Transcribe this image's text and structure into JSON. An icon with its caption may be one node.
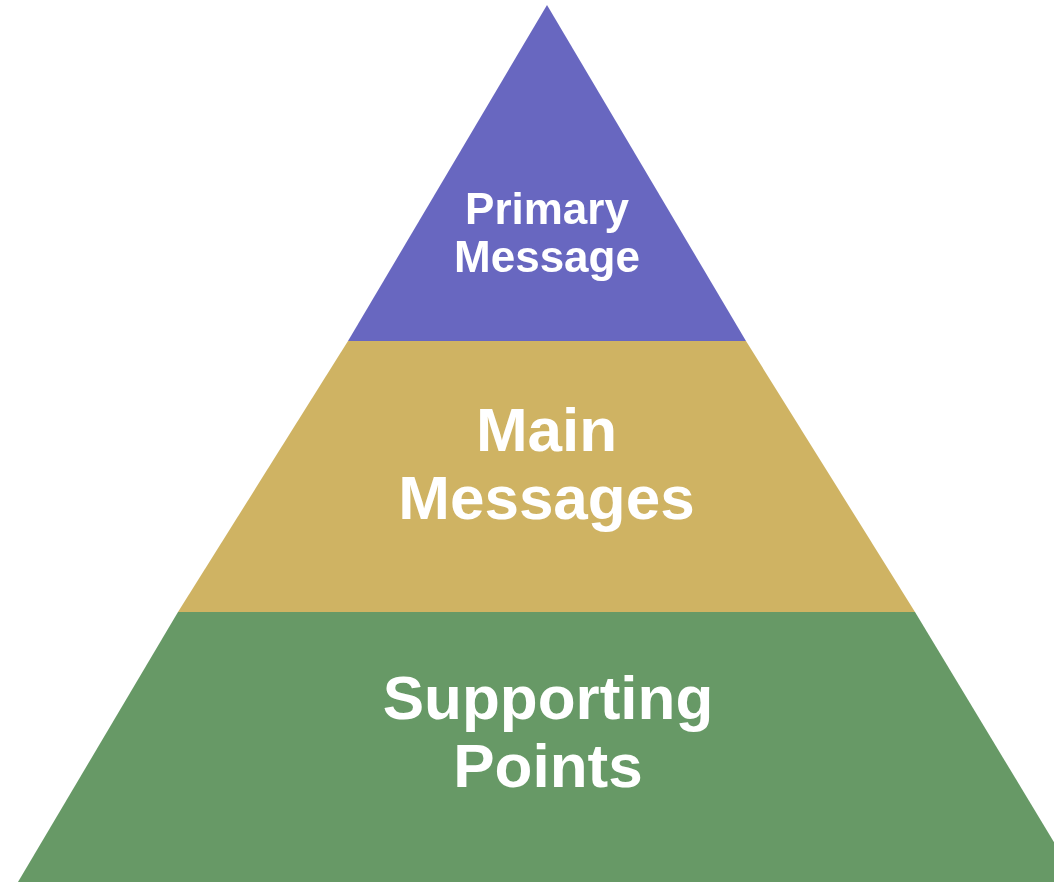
{
  "diagram": {
    "nodes": [
      {
        "text": [
          "Primary Message"
        ]
      },
      {
        "text": [
          "Main Messages"
        ]
      },
      {
        "text": [
          "Supporting Points"
        ]
      }
    ]
  }
}
